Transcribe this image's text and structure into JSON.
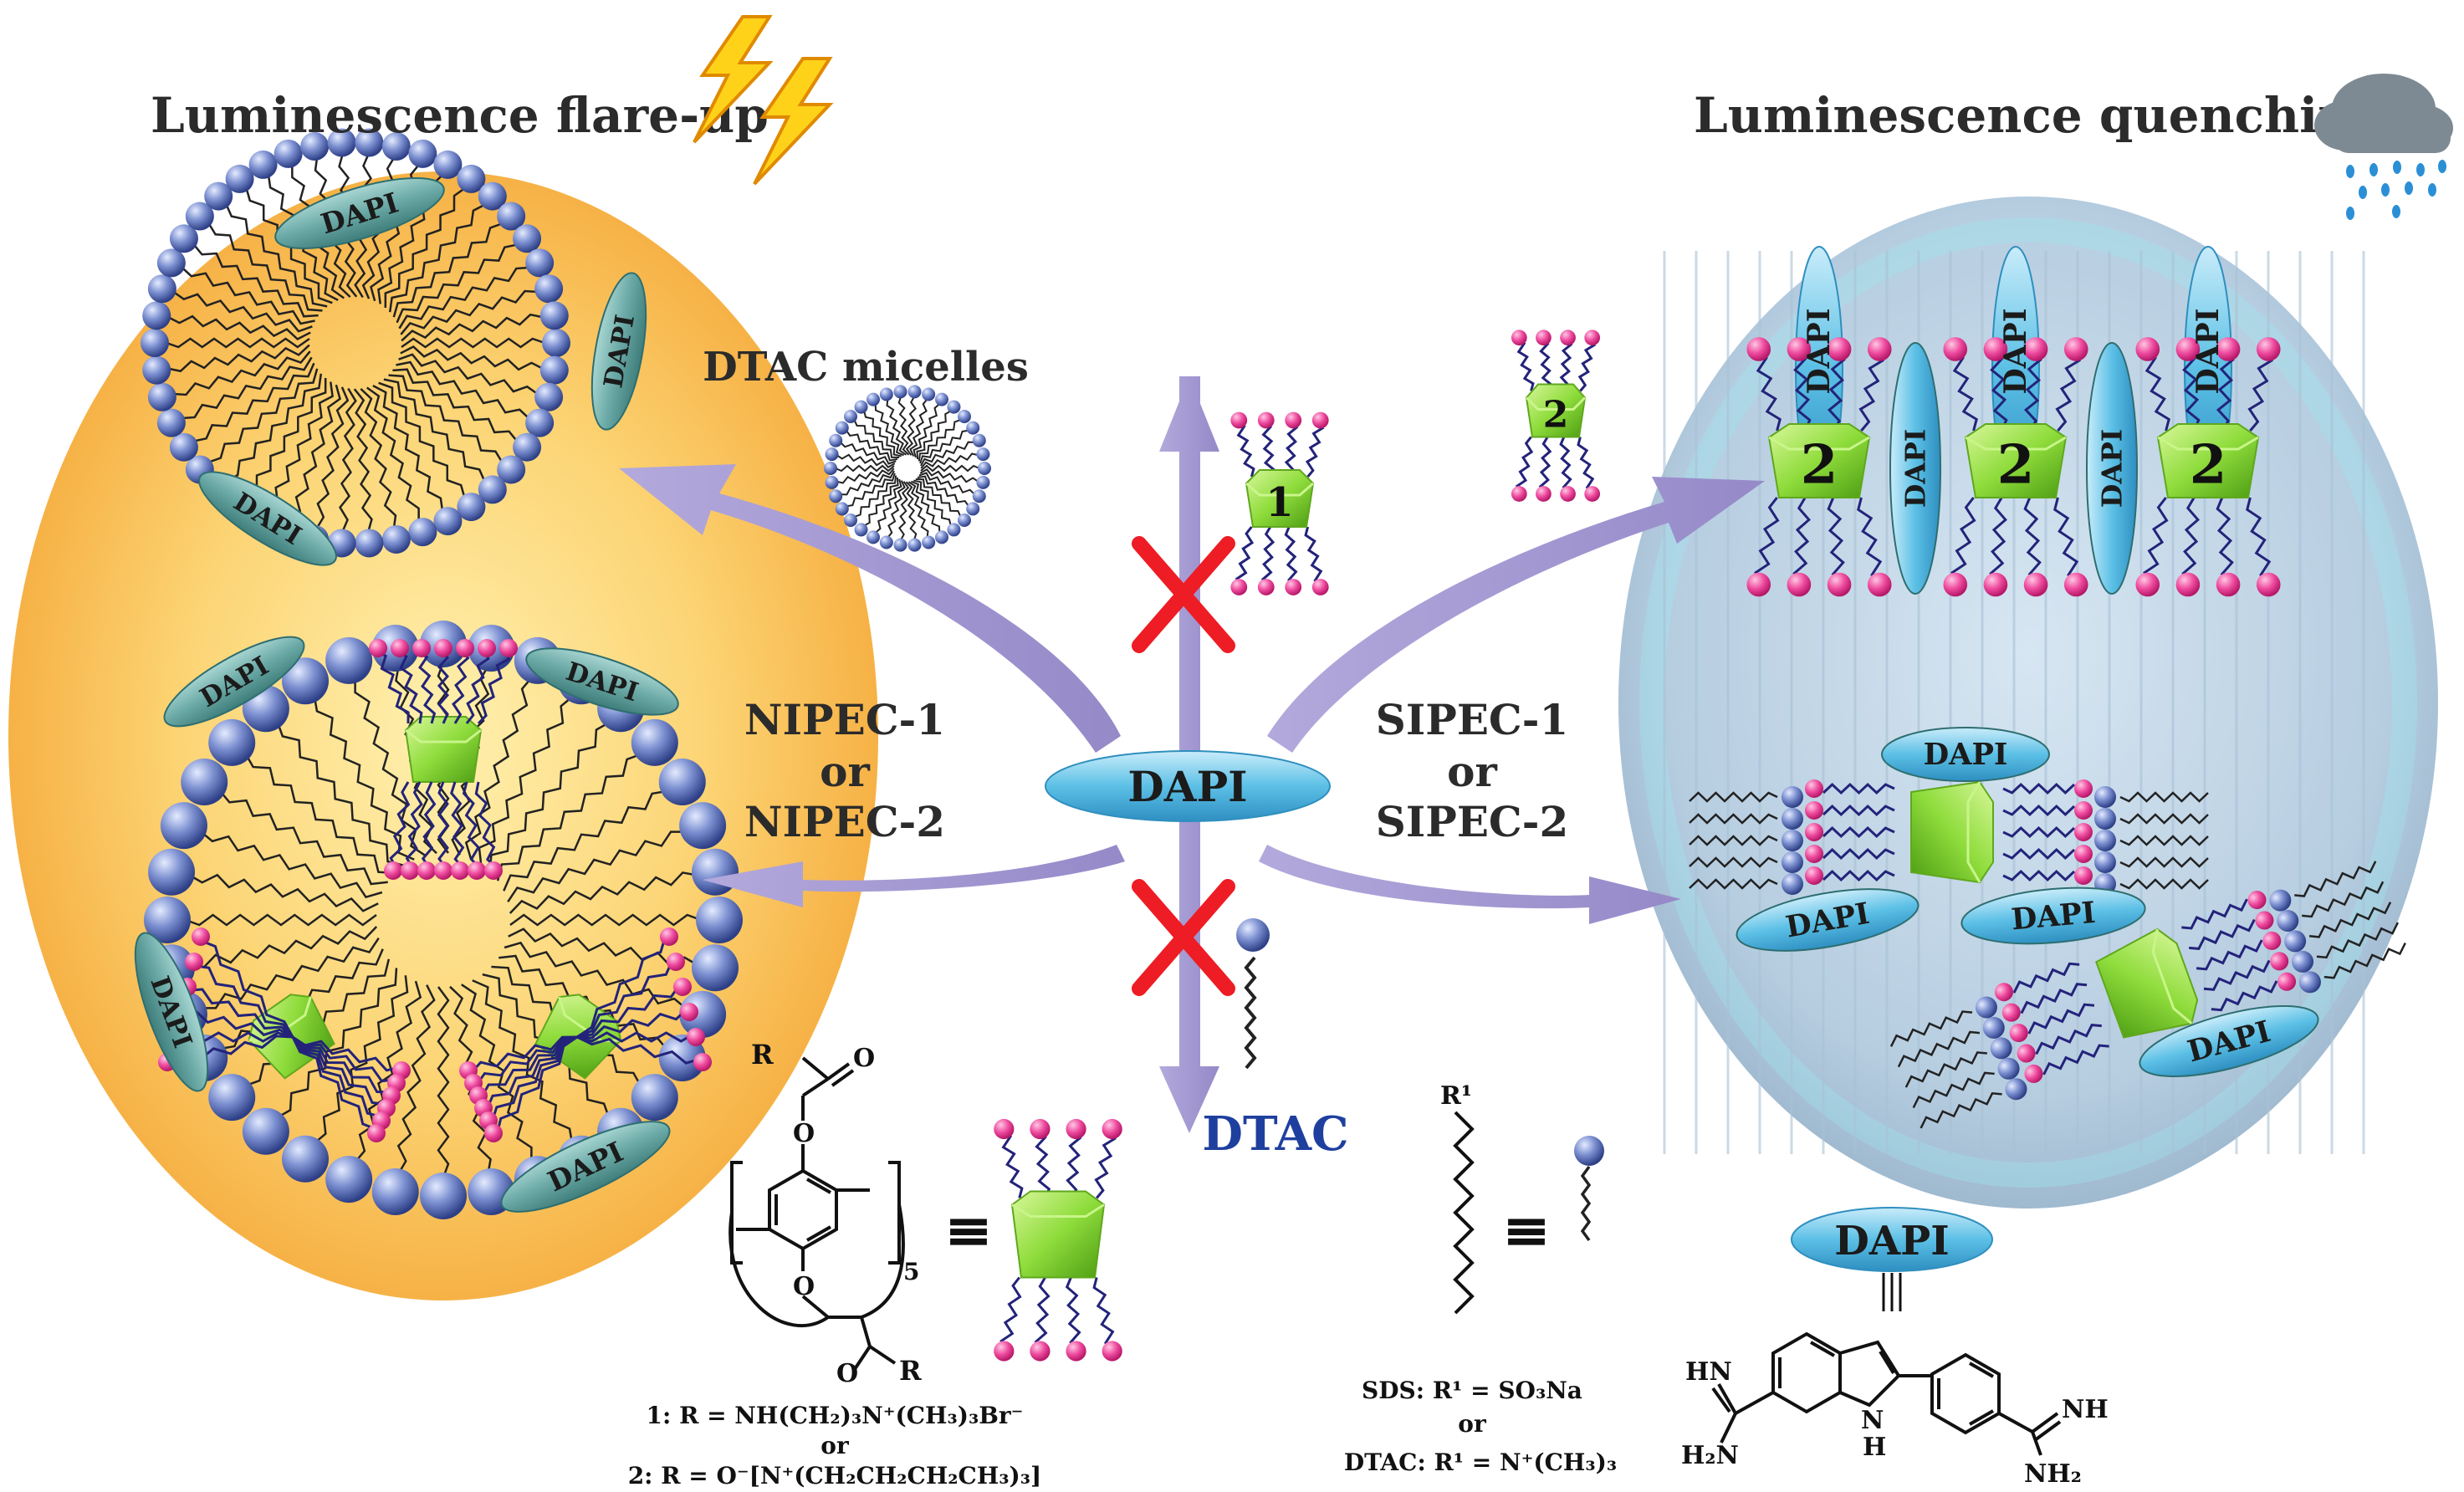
{
  "titles": {
    "left": "Luminescence flare-up",
    "right": "Luminescence quenching"
  },
  "labels": {
    "dapi": "DAPI",
    "dtac_micelles": "DTAC micelles",
    "nipec_1": "NIPEC-1",
    "nipec_or": "or",
    "nipec_2": "NIPEC-2",
    "sipec_1": "SIPEC-1",
    "sipec_or": "or",
    "sipec_2": "SIPEC-2",
    "dtac": "DTAC",
    "host_1": "1",
    "host_2": "2",
    "equiv": "≡"
  },
  "chemistry": {
    "pillararene": {
      "r_top": "R",
      "r_bottom": "R",
      "o": "O",
      "subscript_n": "5",
      "def_1": "1: R = NH(CH₂)₃N⁺(CH₃)₃Br⁻",
      "def_or": "or",
      "def_2": "2: R = O⁻[N⁺(CH₂CH₂CH₂CH₃)₃]"
    },
    "surfactant": {
      "r1": "R¹",
      "sds": "SDS: R¹ = SO₃Na",
      "or": "or",
      "dtac": "DTAC: R¹ = N⁺(CH₃)₃"
    },
    "dapi": {
      "hn": "HN",
      "h2n": "H₂N",
      "nh": "NH",
      "h": "H",
      "n": "N",
      "nh_right": "NH",
      "nh2_right": "NH₂"
    }
  },
  "colors": {
    "left_bg": "#f7b84a",
    "right_bg": "#b8cfe0",
    "arrow": "#a59bd1",
    "dapi": "#57b8e0",
    "dapi_left": "#6aa9a6",
    "host": "#8fdc3c",
    "head_blue": "#4a5fa8",
    "head_pink": "#e4398f",
    "chain": "#23237a",
    "cross": "#ee1c24",
    "dtac_text": "#1f3f9f"
  }
}
